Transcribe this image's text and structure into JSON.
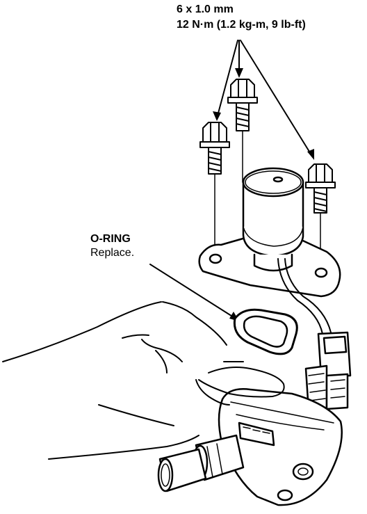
{
  "fastener": {
    "size": "6 x 1.0 mm",
    "torque": "12 N·m (1.2 kg-m, 9 lb-ft)"
  },
  "oring": {
    "name": "O-RING",
    "note": "Replace."
  },
  "colors": {
    "ink": "#000000",
    "paper": "#ffffff"
  }
}
